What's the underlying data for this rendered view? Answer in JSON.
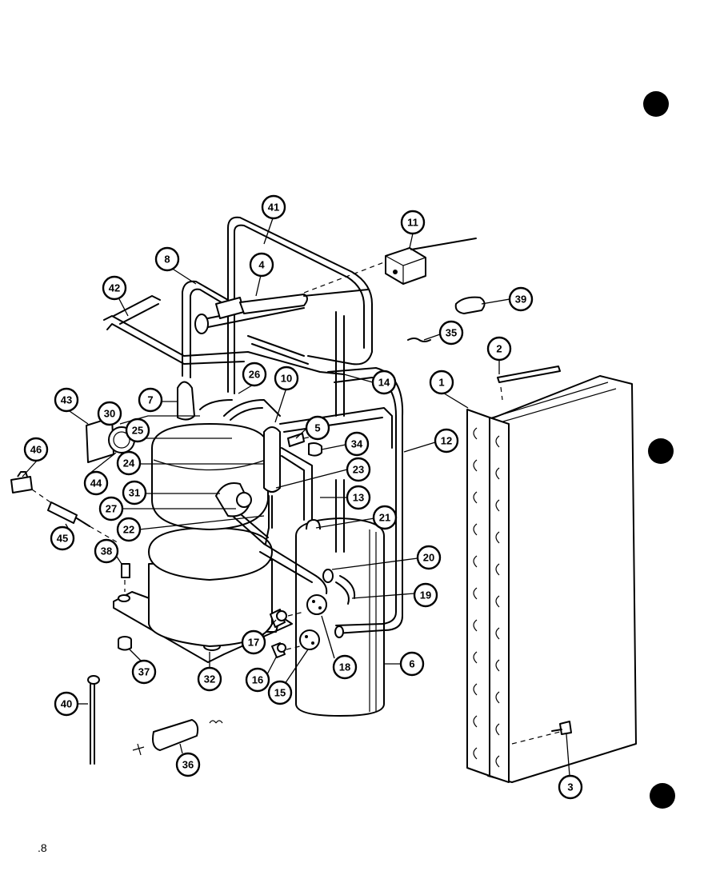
{
  "diagram": {
    "page_number": ".8",
    "callouts": [
      {
        "label": "41"
      },
      {
        "label": "11"
      },
      {
        "label": "8"
      },
      {
        "label": "4"
      },
      {
        "label": "42"
      },
      {
        "label": "39"
      },
      {
        "label": "35"
      },
      {
        "label": "2"
      },
      {
        "label": "14"
      },
      {
        "label": "26"
      },
      {
        "label": "10"
      },
      {
        "label": "1"
      },
      {
        "label": "7"
      },
      {
        "label": "43"
      },
      {
        "label": "30"
      },
      {
        "label": "25"
      },
      {
        "label": "5"
      },
      {
        "label": "12"
      },
      {
        "label": "34"
      },
      {
        "label": "46"
      },
      {
        "label": "24"
      },
      {
        "label": "44"
      },
      {
        "label": "23"
      },
      {
        "label": "31"
      },
      {
        "label": "13"
      },
      {
        "label": "27"
      },
      {
        "label": "21"
      },
      {
        "label": "22"
      },
      {
        "label": "45"
      },
      {
        "label": "38"
      },
      {
        "label": "20"
      },
      {
        "label": "19"
      },
      {
        "label": "17"
      },
      {
        "label": "6"
      },
      {
        "label": "37"
      },
      {
        "label": "32"
      },
      {
        "label": "16"
      },
      {
        "label": "18"
      },
      {
        "label": "15"
      },
      {
        "label": "40"
      },
      {
        "label": "36"
      },
      {
        "label": "3"
      }
    ]
  }
}
